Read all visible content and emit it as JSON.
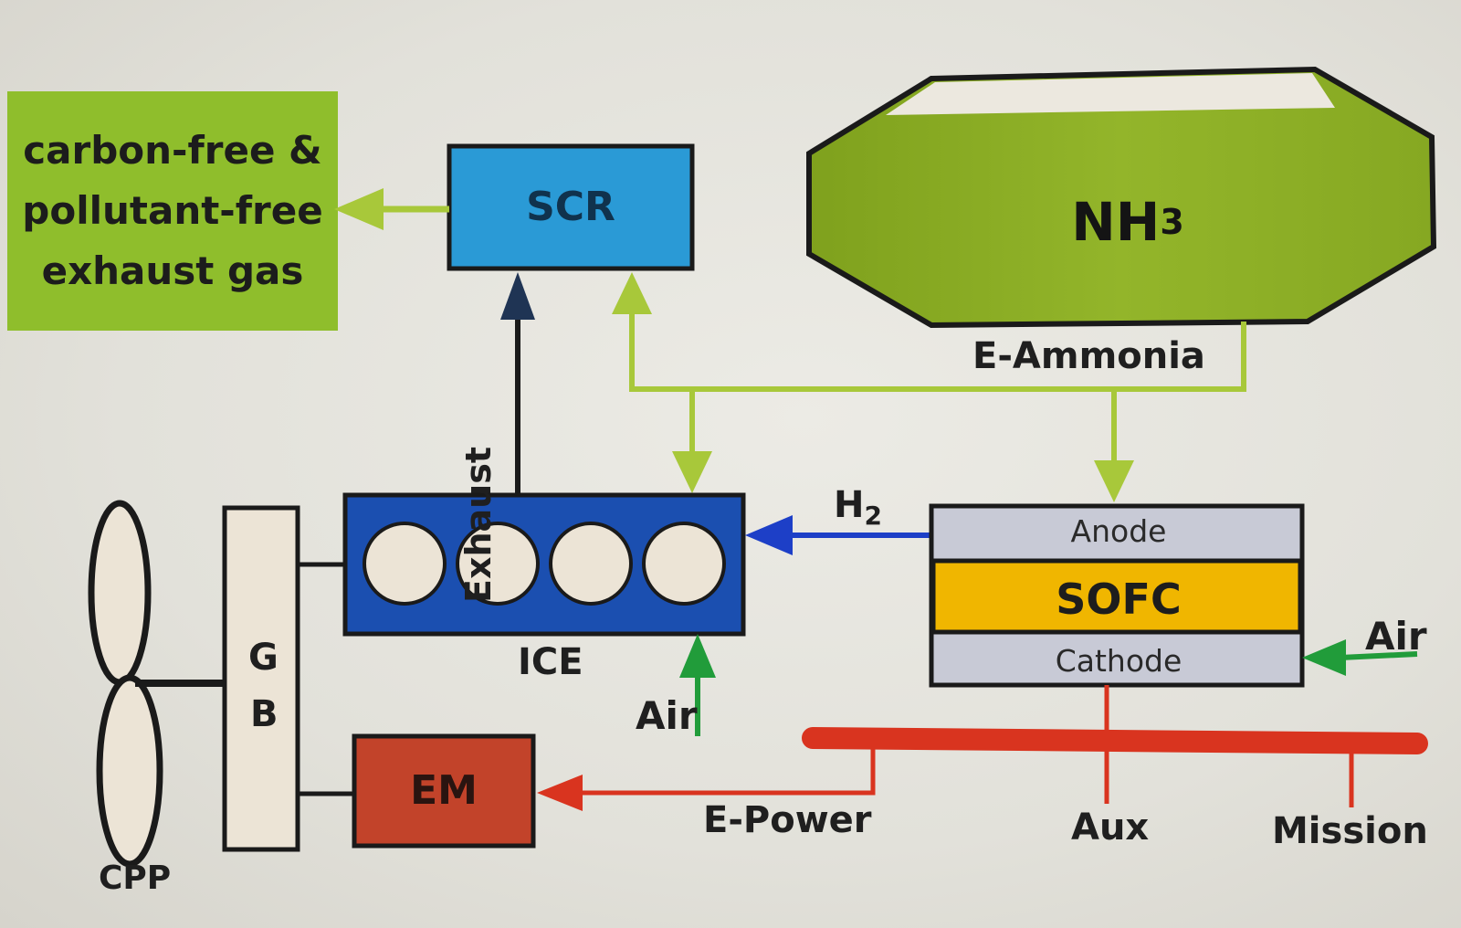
{
  "colors": {
    "green_box": "#8fbe2c",
    "nh3_green": "#8aaa22",
    "scr_blue": "#2a9ad6",
    "ice_blue": "#1b4fb0",
    "sofc_yellow": "#f0b600",
    "anode_gray": "#c8cad6",
    "em_red": "#c2432a",
    "power_red": "#d9341f",
    "air_green": "#219c3a",
    "h2_blue": "#1d3fc7",
    "ammonia_line": "#a8c83a"
  },
  "icons": [
    "propeller-icon",
    "cylinder-icon",
    "arrow-icon"
  ],
  "labels": {
    "output_line1": "carbon-free &",
    "output_line2": "pollutant-free",
    "output_line3": "exhaust gas",
    "scr": "SCR",
    "nh3_main": "NH",
    "nh3_sub": "3",
    "e_ammonia": "E-Ammonia",
    "exhaust": "Exhaust",
    "h2_main": "H",
    "h2_sub": "2",
    "anode": "Anode",
    "sofc": "SOFC",
    "cathode": "Cathode",
    "air_sofc": "Air",
    "ice": "ICE",
    "air_ice": "Air",
    "gb_g": "G",
    "gb_b": "B",
    "em": "EM",
    "e_power": "E-Power",
    "aux": "Aux",
    "mission": "Mission",
    "cpp": "CPP"
  }
}
